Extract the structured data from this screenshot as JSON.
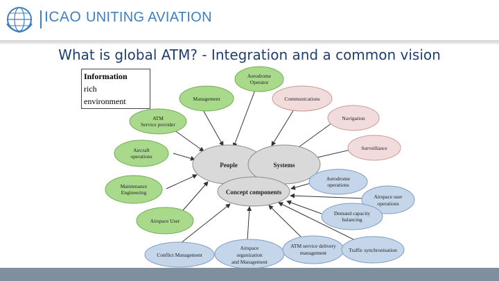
{
  "header": {
    "org_short": "ICAO",
    "tagline": "UNITING AVIATION"
  },
  "slide": {
    "title": "What is global ATM? - Integration and a common vision"
  },
  "info_box": {
    "lines": [
      "Information",
      "rich",
      "environment"
    ]
  },
  "diagram": {
    "core": {
      "people": "People",
      "systems": "Systems",
      "concept": "Concept components"
    },
    "nodes": {
      "aerodrome_operator": [
        "Aerodrome",
        "Operator"
      ],
      "management": [
        "Management"
      ],
      "communications": [
        "Communications"
      ],
      "atm_service_provider": [
        "ATM",
        "Service provider"
      ],
      "navigation": [
        "Navigation"
      ],
      "aircraft_operations": [
        "Aircraft",
        "operations"
      ],
      "surveillance": [
        "Surveillance"
      ],
      "maintenance_engineering": [
        "Maintenance",
        "Engineering"
      ],
      "airspace_user": [
        "Airspace User"
      ],
      "aerodrome_operations": [
        "Aerodrome",
        "operations"
      ],
      "airspace_user_operations": [
        "Airspace user",
        "operations"
      ],
      "demand_capacity": [
        "Demand capacity",
        "balancing"
      ],
      "conflict_management": [
        "Conflict Management"
      ],
      "airspace_org": [
        "Airspace",
        "organization",
        "and Management"
      ],
      "atm_delivery": [
        "ATM service delivery",
        "management"
      ],
      "traffic_sync": [
        "Traffic synchronisation"
      ]
    },
    "colors": {
      "green": "#a9d98a",
      "green_edge": "#6fae55",
      "pink": "#f2dcdb",
      "pink_edge": "#c99a98",
      "blue": "#c5d5ea",
      "blue_edge": "#7f9cc2",
      "grey": "#d9d9d9",
      "grey_edge": "#8c8c8c"
    }
  }
}
